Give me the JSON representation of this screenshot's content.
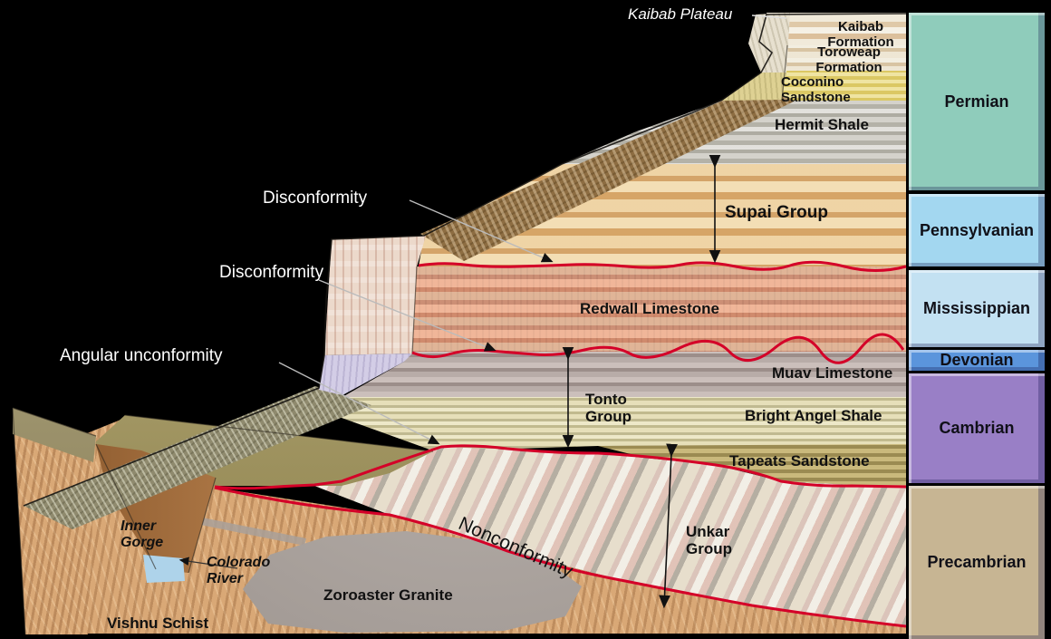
{
  "diagram": {
    "plateau_label": "Kaibab Plateau",
    "formations": {
      "kaibab": "Kaibab\nFormation",
      "toroweap": "Toroweap\nFormation",
      "coconino": "Coconino\nSandstone",
      "hermit": "Hermit Shale",
      "supai": "Supai Group",
      "redwall": "Redwall Limestone",
      "muav": "Muav Limestone",
      "bright_angel": "Bright Angel Shale",
      "tapeats": "Tapeats Sandstone",
      "tonto": "Tonto\nGroup",
      "unkar": "Unkar\nGroup",
      "zoroaster": "Zoroaster Granite",
      "vishnu": "Vishnu Schist"
    },
    "features": {
      "inner_gorge": "Inner\nGorge",
      "colorado_river": "Colorado\nRiver"
    },
    "unconformities": {
      "disconformity_upper": "Disconformity",
      "disconformity_lower": "Disconformity",
      "angular": "Angular unconformity",
      "nonconformity": "Nonconformity"
    },
    "time_periods": [
      {
        "label": "Permian",
        "color": "#8fccbb"
      },
      {
        "label": "Pennsylvanian",
        "color": "#a3d7f0"
      },
      {
        "label": "Mississippian",
        "color": "#c3e1f2"
      },
      {
        "label": "Devonian",
        "color": "#5b95dc"
      },
      {
        "label": "Cambrian",
        "color": "#997fc6"
      },
      {
        "label": "Precambrian",
        "color": "#c7b593"
      }
    ],
    "strata_colors": {
      "kaibab": "#e9dfc6",
      "toroweap": "#e6dcc2",
      "coconino": "#e5d26e",
      "hermit": "#c6c3ba",
      "supai": "#e2bc84",
      "redwall": "#dfa184",
      "muav": "#b0a29f",
      "bright_angel": "#d8d0a5",
      "tapeats": "#b3a264",
      "unkar": "#ded6c8",
      "vishnu": "#d9a876",
      "granite": "#a59c96",
      "river": "#aed3ea",
      "platform": "#a89b60",
      "gorge": "#b5783f",
      "dike": "#a8a09a",
      "supai_slope": "#8d6d42",
      "bright_angel_slope": "#8f8a6e",
      "kaibab_cliff": "#e7e0cf",
      "coconino_cliff": "#ded193",
      "redwall_cliff": "#ecd9cb",
      "muav_cliff": "#d3cde6",
      "block_cap": "#a2966b"
    },
    "accent_colors": {
      "unconformity_line": "#d40028",
      "background": "#000000"
    }
  }
}
